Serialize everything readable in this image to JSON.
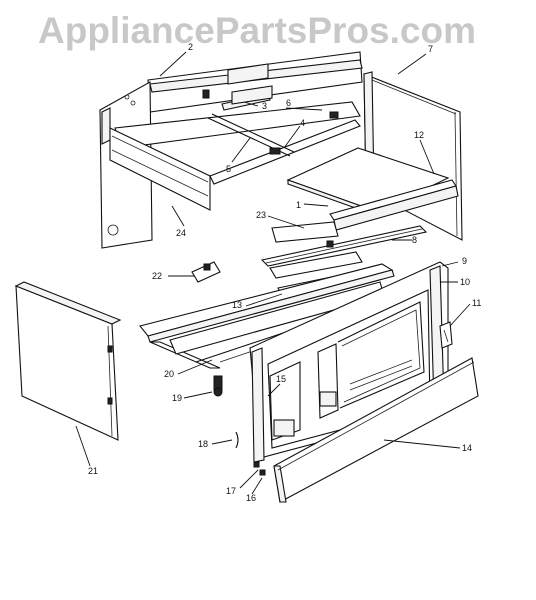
{
  "watermark": "AppliancePartsPros.com",
  "part_labels": {
    "p1": "1",
    "p2": "2",
    "p3": "3",
    "p4": "4",
    "p5": "5",
    "p6": "6",
    "p7": "7",
    "p8": "8",
    "p9": "9",
    "p10": "10",
    "p11": "11",
    "p12": "12",
    "p13": "13",
    "p14": "14",
    "p15": "15",
    "p16": "16",
    "p17": "17",
    "p18": "18",
    "p19": "19",
    "p20": "20",
    "p21": "21",
    "p22": "22",
    "p23": "23",
    "p24": "24"
  }
}
